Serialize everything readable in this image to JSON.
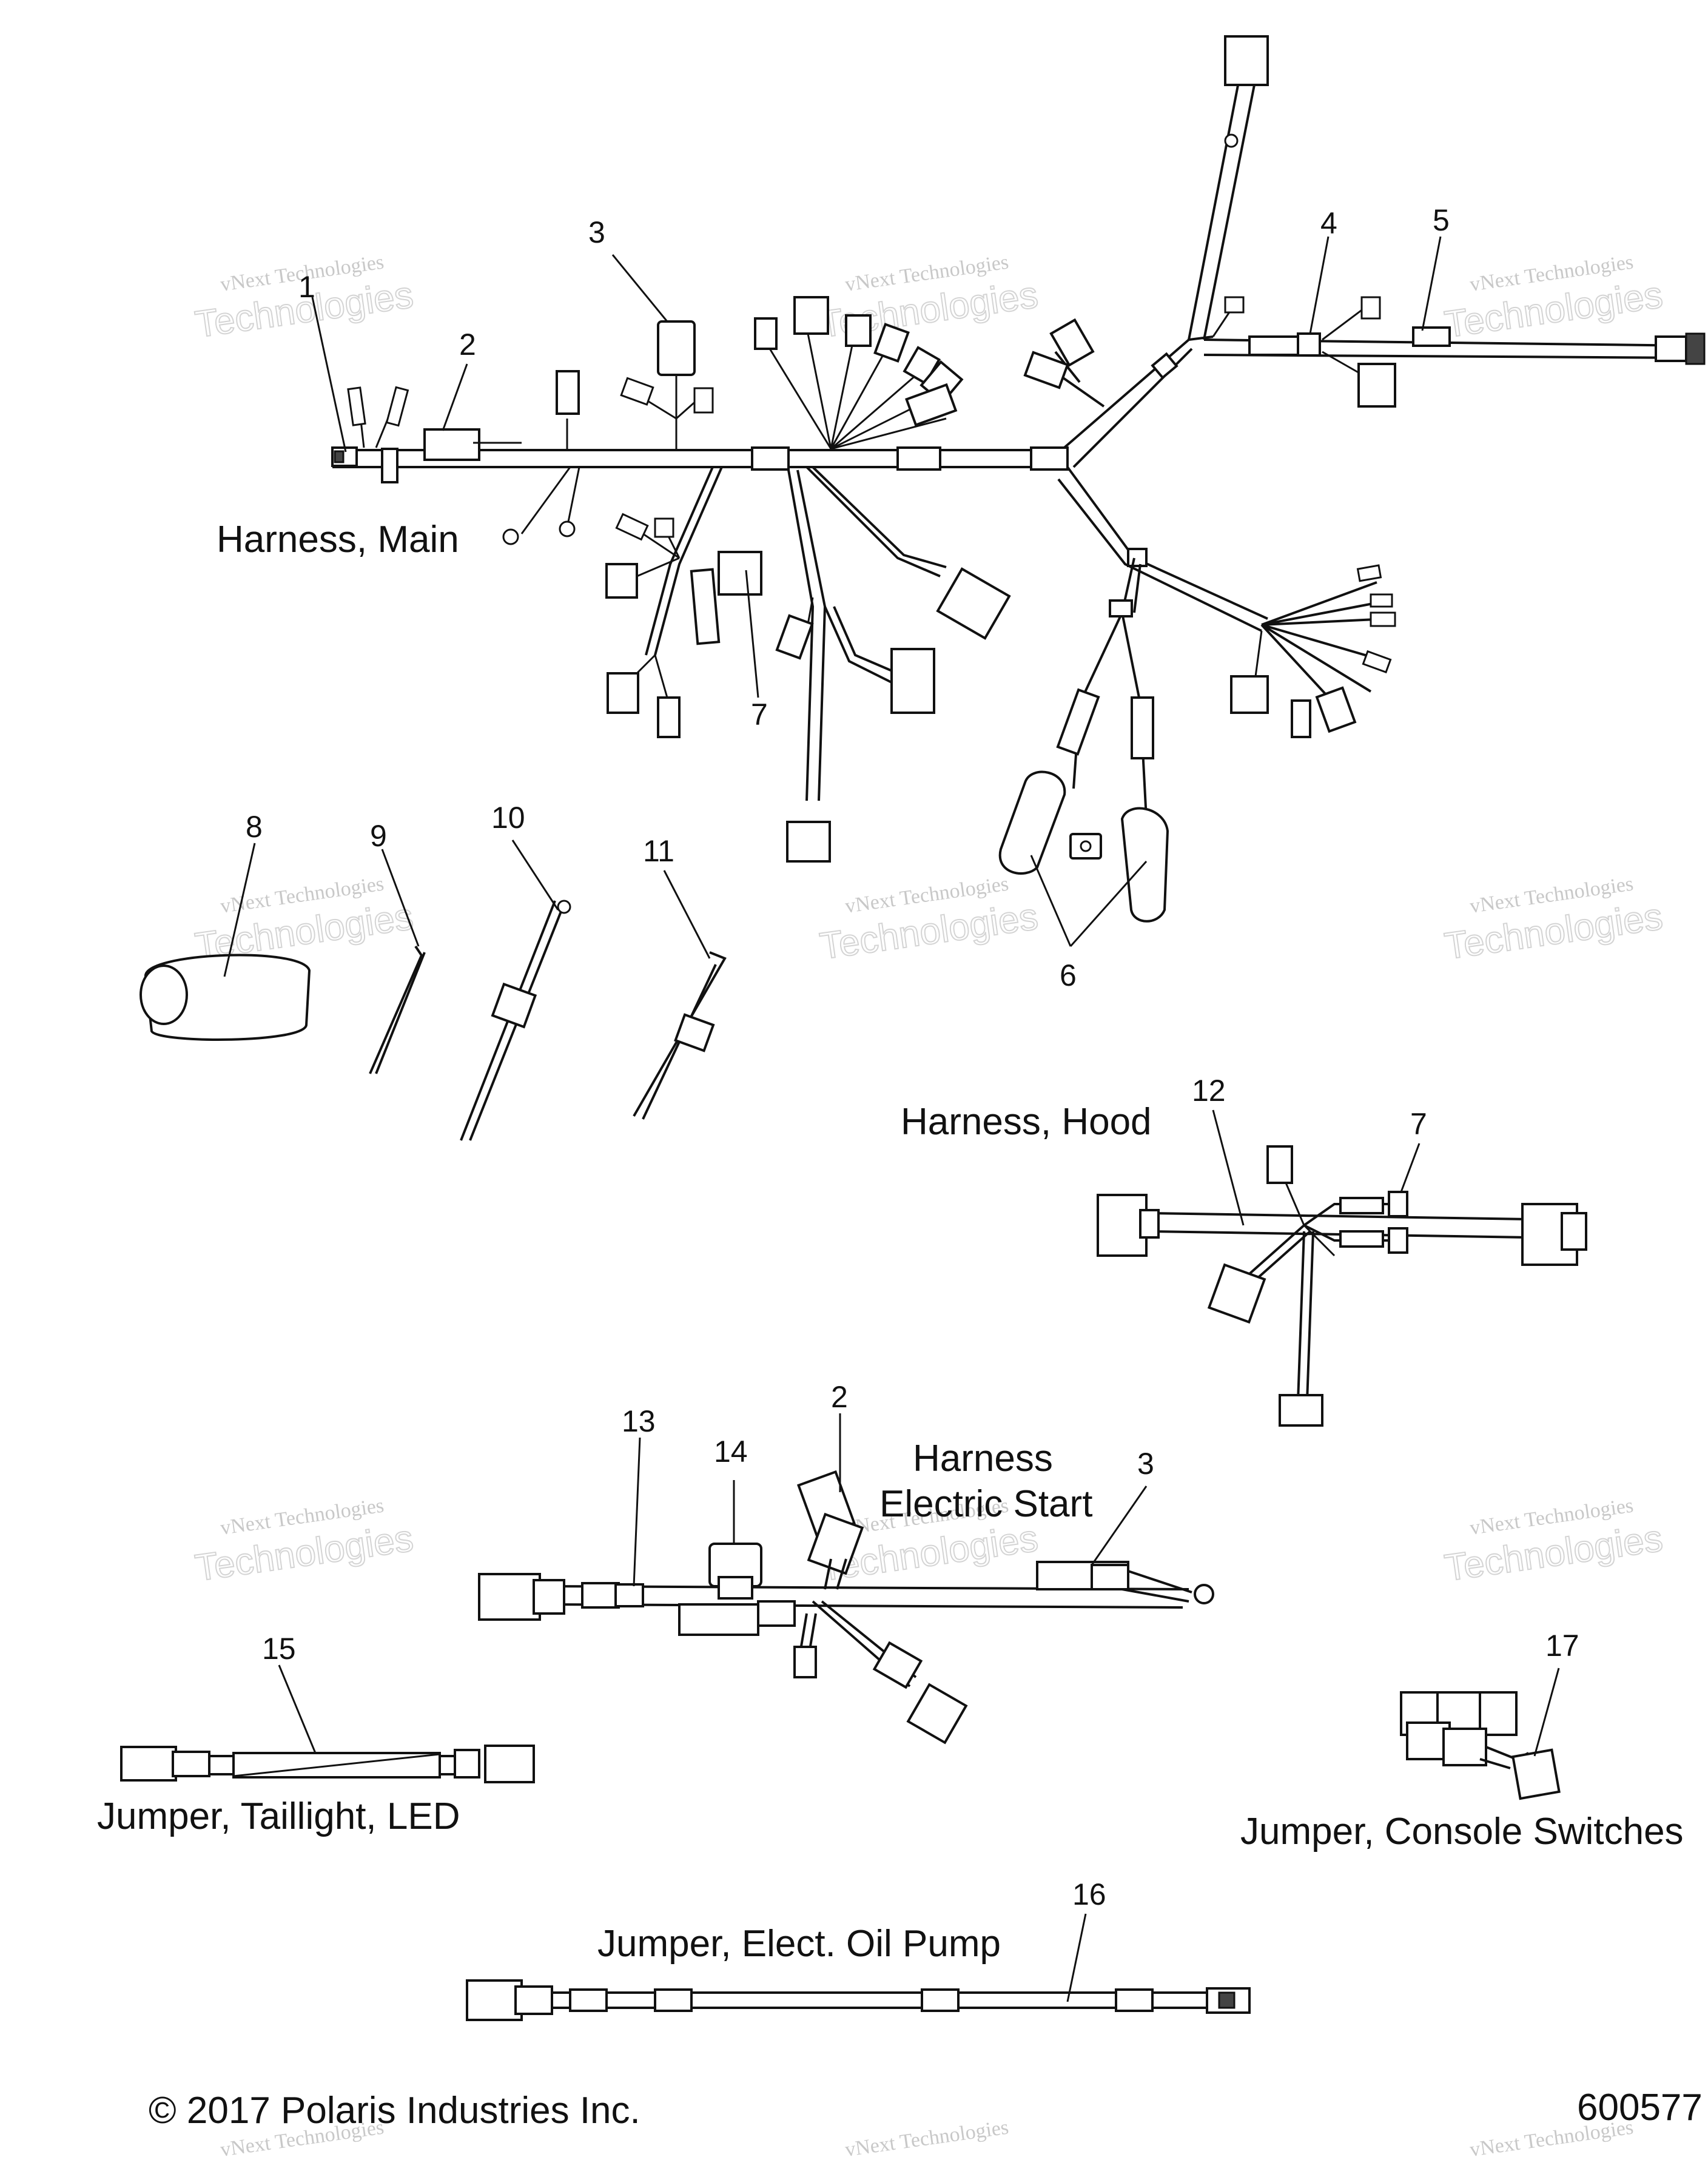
{
  "callouts": [
    {
      "id": "c1",
      "text": "1"
    },
    {
      "id": "c2",
      "text": "2"
    },
    {
      "id": "c3",
      "text": "3"
    },
    {
      "id": "c4",
      "text": "4"
    },
    {
      "id": "c5",
      "text": "5"
    },
    {
      "id": "c6",
      "text": "6"
    },
    {
      "id": "c7",
      "text": "7"
    },
    {
      "id": "c8",
      "text": "8"
    },
    {
      "id": "c9",
      "text": "9"
    },
    {
      "id": "c10",
      "text": "10"
    },
    {
      "id": "c11",
      "text": "11"
    },
    {
      "id": "c12",
      "text": "12"
    },
    {
      "id": "c7b",
      "text": "7"
    },
    {
      "id": "c13",
      "text": "13"
    },
    {
      "id": "c14",
      "text": "14"
    },
    {
      "id": "c2b",
      "text": "2"
    },
    {
      "id": "c3b",
      "text": "3"
    },
    {
      "id": "c15",
      "text": "15"
    },
    {
      "id": "c17",
      "text": "17"
    },
    {
      "id": "c16",
      "text": "16"
    }
  ],
  "titles": {
    "harness_main": "Harness, Main",
    "harness_hood": "Harness, Hood",
    "harness_electric_start_1": "Harness",
    "harness_electric_start_2": "Electric Start",
    "jumper_taillight": "Jumper, Taillight, LED",
    "jumper_console": "Jumper, Console Switches",
    "jumper_oil_pump": "Jumper, Elect. Oil Pump"
  },
  "footer": {
    "copyright": "© 2017 Polaris Industries Inc.",
    "drawing_number": "600577"
  },
  "watermark": {
    "line1": "vNext Technologies",
    "line2": "Technologies"
  }
}
